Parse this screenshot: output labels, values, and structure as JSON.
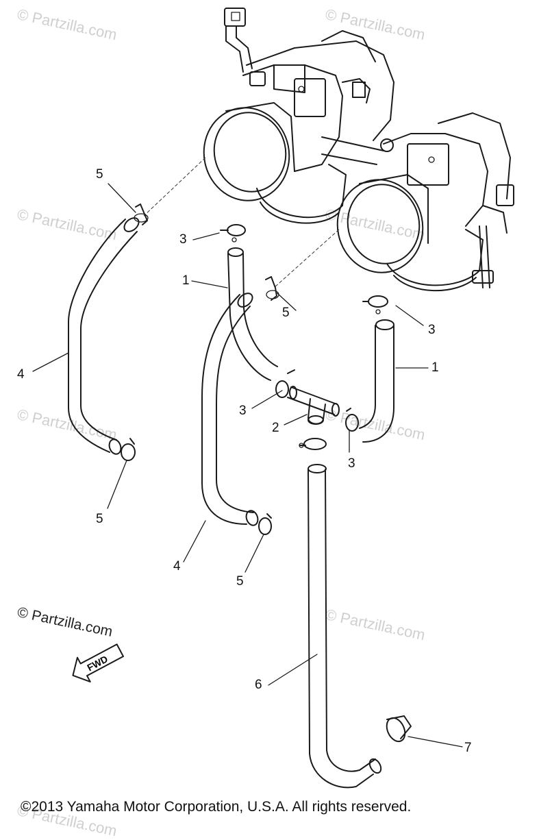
{
  "watermarks": [
    "© Partzilla.com",
    "© Partzilla.com",
    "© Partzilla.com",
    "© Partzilla.com",
    "© Partzilla.com",
    "© Partzilla.com",
    "© Partzilla.com",
    "© Partzilla.com"
  ],
  "watermark_strong": "© Partzilla.com",
  "fwd_label": "FWD",
  "callouts": {
    "c1": "5",
    "c2": "3",
    "c3": "1",
    "c4": "5",
    "c5": "3",
    "c6": "1",
    "c7": "4",
    "c8": "3",
    "c9": "2",
    "c10": "3",
    "c11": "5",
    "c12": "4",
    "c13": "5",
    "c14": "6",
    "c15": "7"
  },
  "copyright": "©2013 Yamaha Motor Corporation, U.S.A. All rights reserved."
}
